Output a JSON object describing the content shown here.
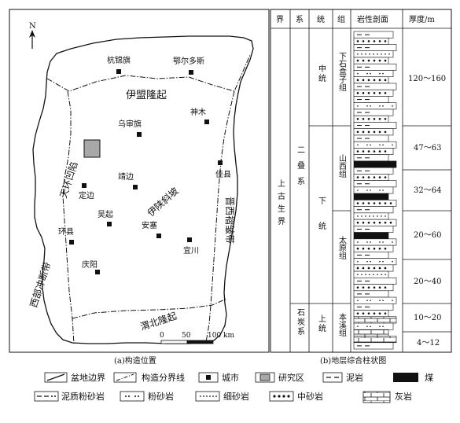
{
  "map": {
    "north": "N",
    "regions": {
      "yimeng": "伊盟隆起",
      "tianhuan": "天环凹陷",
      "shanbei": "伊陕斜坡",
      "jinxi": "晋西褶皱带",
      "xibu": "西部冲断带",
      "weibei": "渭北隆起"
    },
    "cities": {
      "hangjinqi": "杭锦旗",
      "eerduosi": "鄂尔多斯",
      "shenmu": "神木",
      "wushenqi": "乌审旗",
      "jiaxian": "佳县",
      "jingbian": "靖边",
      "dingbian": "定边",
      "wuqi": "吴起",
      "ansai": "安塞",
      "yichuan": "宜川",
      "huanxian": "环县",
      "qingyang": "庆阳"
    },
    "scale": {
      "t0": "0",
      "t50": "50",
      "t100": "100 km"
    },
    "caption": "(a)构造位置"
  },
  "column": {
    "headers": {
      "jie": "界",
      "xi": "系",
      "tong": "统",
      "zu": "组",
      "litho": "岩性剖面",
      "thick": "厚度/m"
    },
    "jie": "上古生界",
    "xi_erdie": "二叠系",
    "xi_shitan": "石炭系",
    "tong_zhong": "中统",
    "tong_xia": "下统",
    "tong_shang": "上统",
    "zu_xiashihezi": "下石盒子组",
    "zu_shanxi": "山西组",
    "zu_taiyuan": "太原组",
    "zu_benxi": "本溪组",
    "thickness": [
      "120～160",
      "47～63",
      "32～64",
      "20～60",
      "20～40",
      "10～20",
      "4～12"
    ],
    "caption": "(b)地层综合柱状图"
  },
  "legend": {
    "basin_boundary": "盆地边界",
    "tectonic_boundary": "构造分界线",
    "city": "城市",
    "study_area": "研究区",
    "mudstone": "泥岩",
    "coal": "煤",
    "muddy_siltstone": "泥质粉砂岩",
    "siltstone": "粉砂岩",
    "fine_sandstone": "细砂岩",
    "medium_sandstone": "中砂岩",
    "limestone": "灰岩"
  }
}
